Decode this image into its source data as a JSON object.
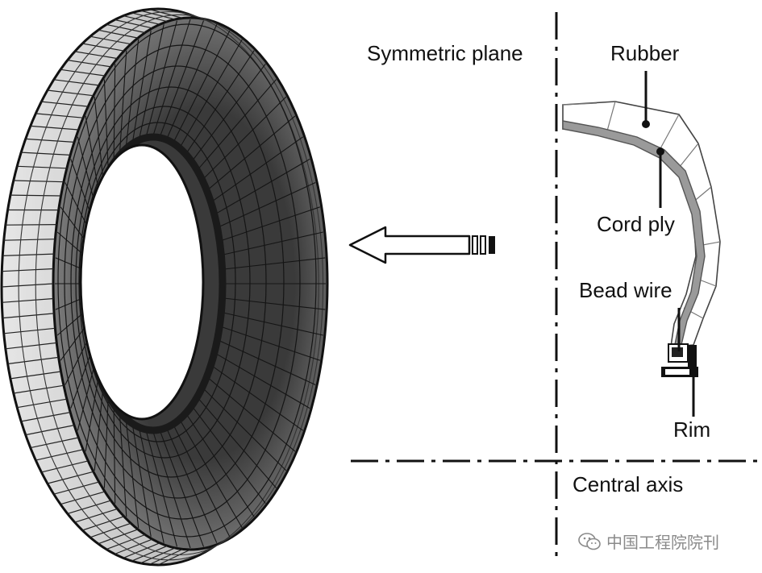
{
  "labels": {
    "symmetric_plane": "Symmetric plane",
    "rubber": "Rubber",
    "cord_ply": "Cord ply",
    "bead_wire": "Bead wire",
    "rim": "Rim",
    "central_axis": "Central axis"
  },
  "watermark": {
    "text": "中国工程院院刊",
    "icon": "wechat-icon"
  },
  "colors": {
    "line": "#111111",
    "tire_fill": "#5a5a5a",
    "tread_fill": "#cfcfcf",
    "cord_fill": "#9a9a9a",
    "rim_fill": "#111111"
  }
}
